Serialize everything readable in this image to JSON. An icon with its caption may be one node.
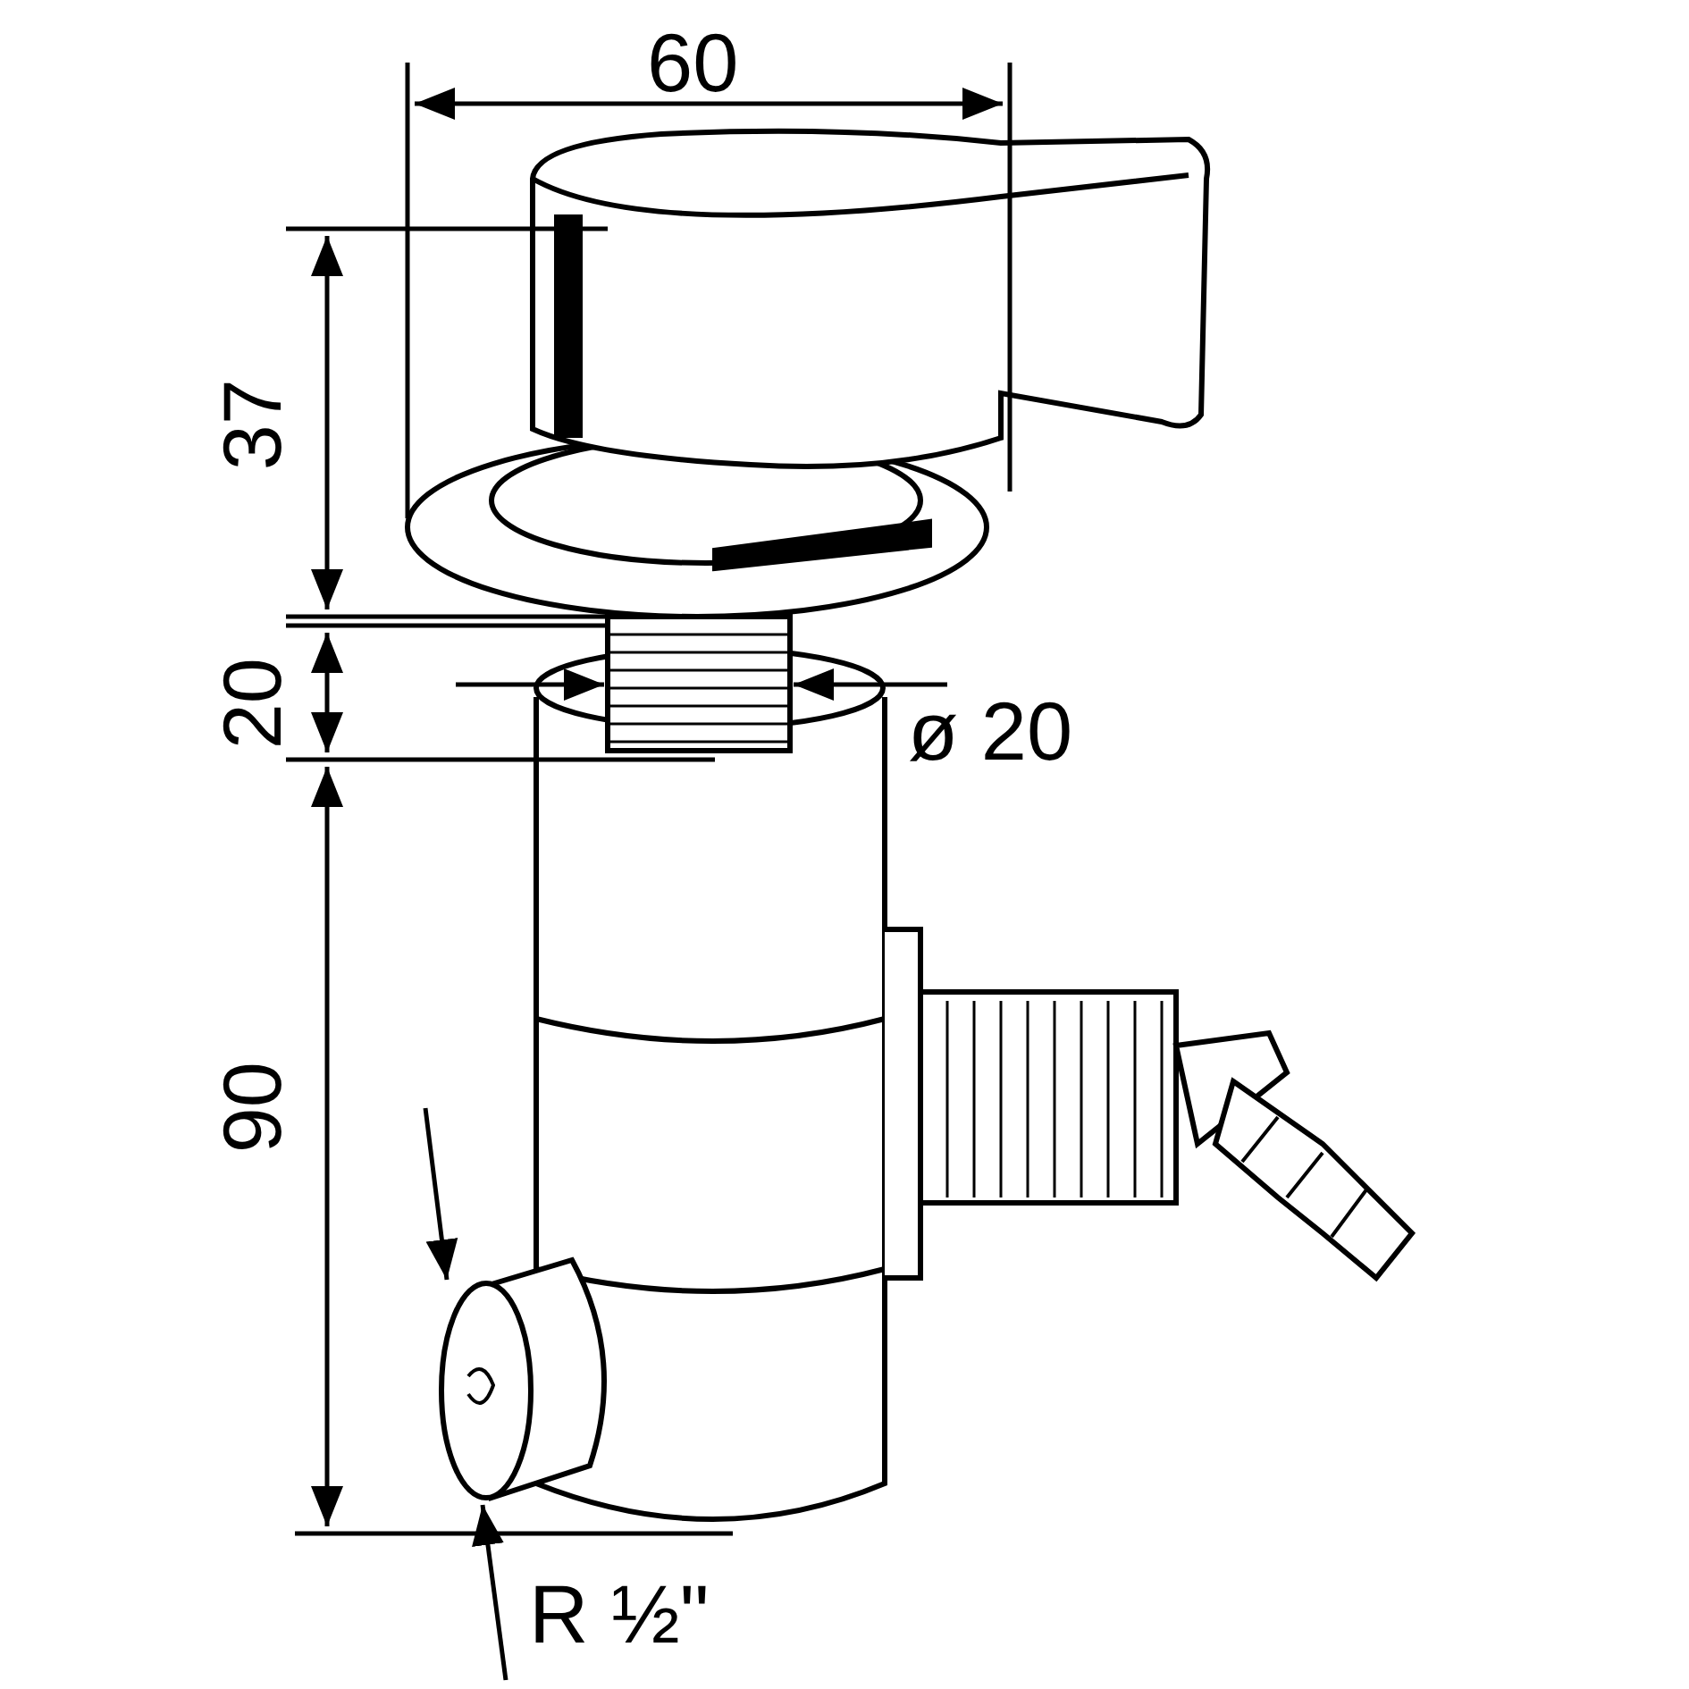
{
  "diagram": {
    "labels": [
      "60",
      "37",
      "20",
      "ø 20",
      "90",
      "R ½\""
    ]
  }
}
